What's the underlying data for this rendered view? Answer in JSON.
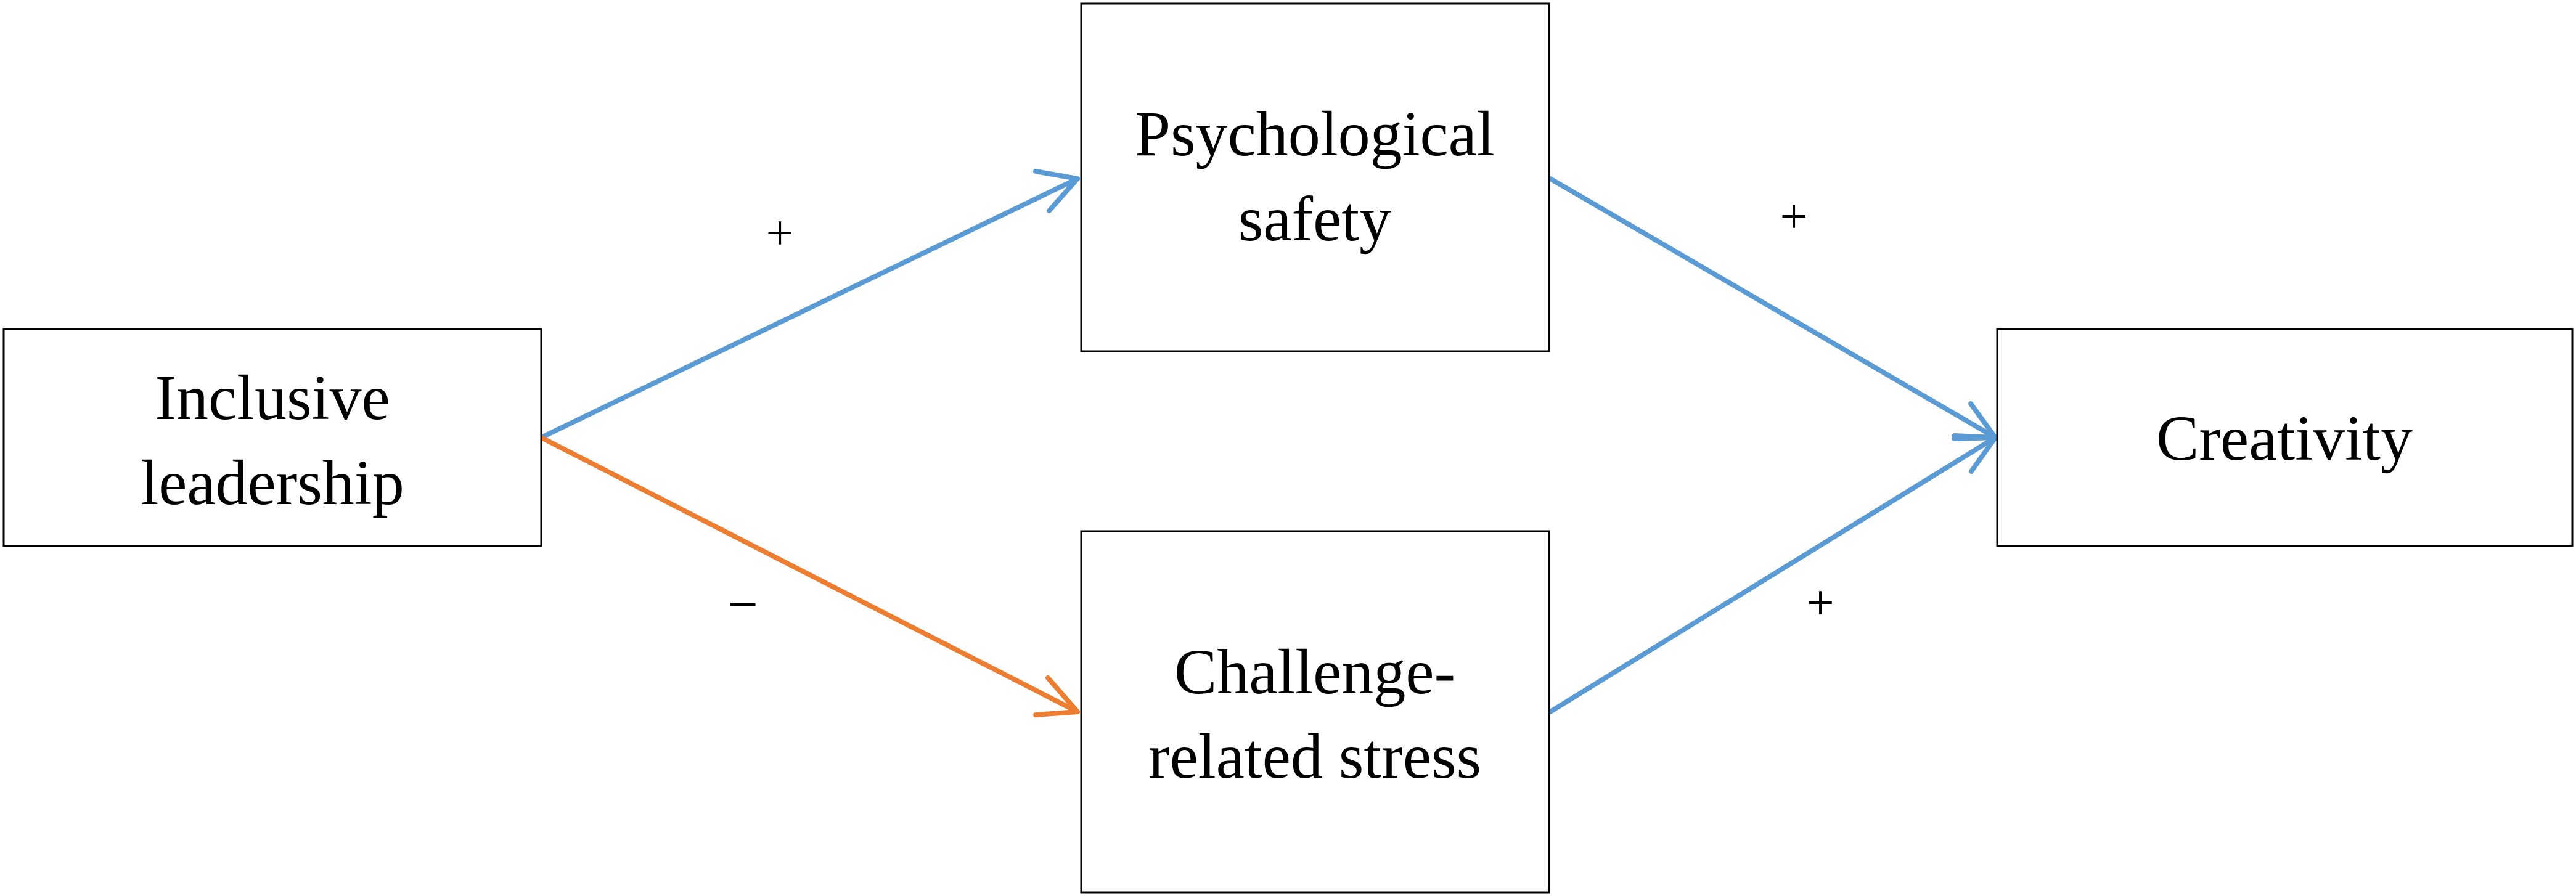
{
  "nodes": {
    "inclusive_leadership": {
      "line1": "Inclusive",
      "line2": "leadership"
    },
    "psychological_safety": {
      "line1": "Psychological",
      "line2": "safety"
    },
    "challenge_stress": {
      "line1": "Challenge-",
      "line2": "related stress"
    },
    "creativity": {
      "line1": "Creativity"
    }
  },
  "edges": {
    "leadership_to_safety": {
      "sign": "+",
      "color": "#5B9BD5"
    },
    "leadership_to_stress": {
      "sign": "–",
      "color": "#ED7D31"
    },
    "safety_to_creativity": {
      "sign": "+",
      "color": "#5B9BD5"
    },
    "stress_to_creativity": {
      "sign": "+",
      "color": "#5B9BD5"
    }
  }
}
